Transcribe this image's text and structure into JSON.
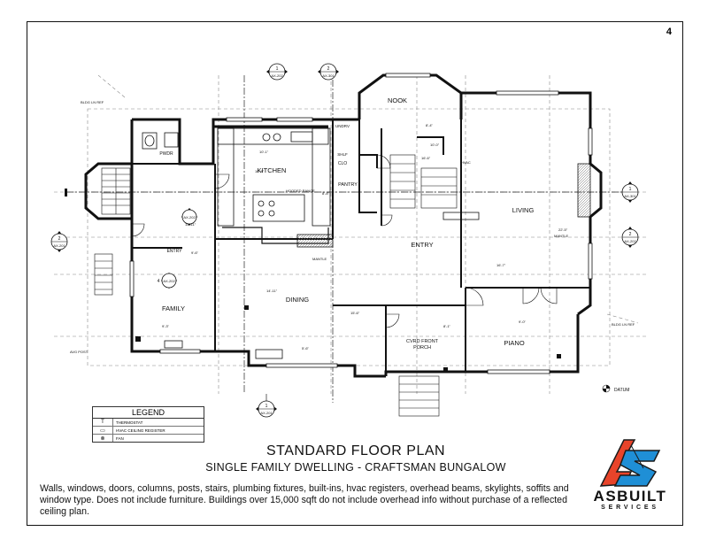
{
  "sheet": {
    "page_number": "4",
    "title": "STANDARD FLOOR PLAN",
    "subtitle": "SINGLE FAMILY DWELLING - CRAFTSMAN BUNGALOW",
    "description": "Walls, windows, doors, columns, posts, stairs, plumbing fixtures, built-ins, hvac registers, overhead beams, skylights, soffits and window type. Does not include furniture. Buildings over 15,000 sqft do not include overhead info without purchase of a reflected ceiling plan."
  },
  "rooms": {
    "nook": "NOOK",
    "kitchen": "KITCHEN",
    "pantry": "PANTRY",
    "living": "LIVING",
    "entry_main": "ENTRY",
    "entry_side": "ENTRY",
    "dining": "DINING",
    "family": "FAMILY",
    "piano": "PIANO",
    "porch_line1": "CVRD FRONT",
    "porch_line2": "PORCH",
    "pwdr": "PWDR",
    "clo": "CLO",
    "undry": "UNDRV",
    "shlf": "SHLF"
  },
  "section_markers": [
    {
      "num": "1",
      "ref": "AX-202"
    },
    {
      "num": "2",
      "ref": "AX-301"
    },
    {
      "num": "1",
      "ref": "AX-301"
    },
    {
      "num": "2",
      "ref": "AX-202"
    },
    {
      "num": "2",
      "ref": "AX-201"
    },
    {
      "num": "1",
      "ref": "AX-201"
    },
    {
      "num": "4",
      "ref": "AX-202"
    },
    {
      "num": "",
      "ref": "AX-202"
    }
  ],
  "labels": {
    "mantle_1": "MANTLE",
    "mantle_2": "MANTLE",
    "datum": "DATUM",
    "bldg_ln_left": "BLDG LN REF",
    "bldg_ln_right": "BLDG LN REF",
    "hvac": "HVAC",
    "avg_post": "AVG POST",
    "hooded_range": "HOODED RANGE"
  },
  "legend": {
    "title": "LEGEND",
    "rows": [
      {
        "symbol": "T",
        "text": "THERMOSTAT"
      },
      {
        "symbol": "▭",
        "text": "HVAC CEILING REGISTER"
      },
      {
        "symbol": "⊗",
        "text": "FAN"
      }
    ]
  },
  "logo": {
    "name": "ASBUILT",
    "tagline": "SERVICES",
    "colors": {
      "red": "#e8442a",
      "blue": "#1f8fd6",
      "dark": "#1b1b1b"
    }
  }
}
